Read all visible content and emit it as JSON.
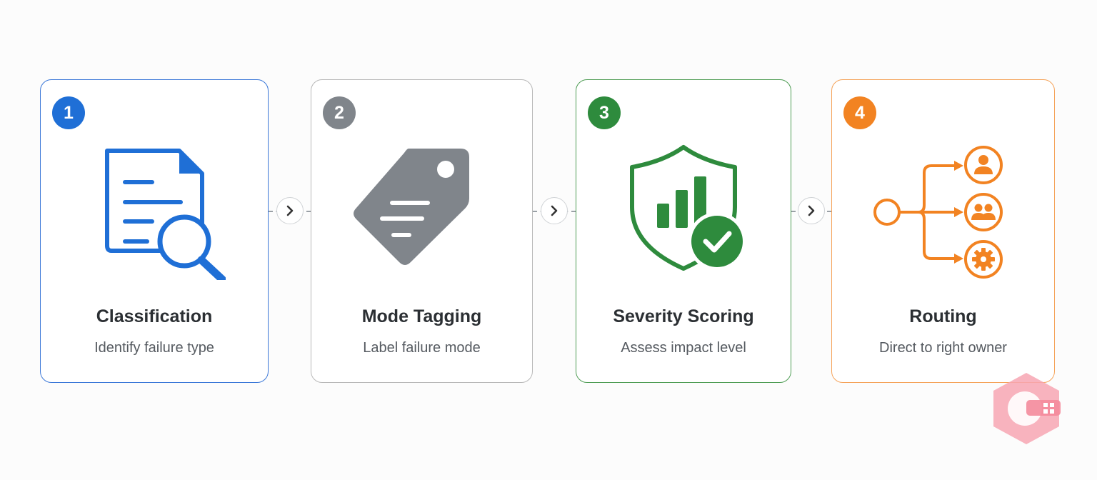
{
  "steps": [
    {
      "number": "1",
      "title": "Classification",
      "subtitle": "Identify failure type",
      "icon": "document-search-icon",
      "color": "#1f6fd6"
    },
    {
      "number": "2",
      "title": "Mode Tagging",
      "subtitle": "Label failure mode",
      "icon": "tag-icon",
      "color": "#80858b"
    },
    {
      "number": "3",
      "title": "Severity Scoring",
      "subtitle": "Assess impact level",
      "icon": "shield-chart-check-icon",
      "color": "#2e8b3d"
    },
    {
      "number": "4",
      "title": "Routing",
      "subtitle": "Direct to right owner",
      "icon": "routing-owners-icon",
      "color": "#f28322"
    }
  ],
  "connectors": [
    {
      "icon": "chevron-right-icon"
    },
    {
      "icon": "chevron-right-icon"
    },
    {
      "icon": "chevron-right-icon"
    }
  ]
}
